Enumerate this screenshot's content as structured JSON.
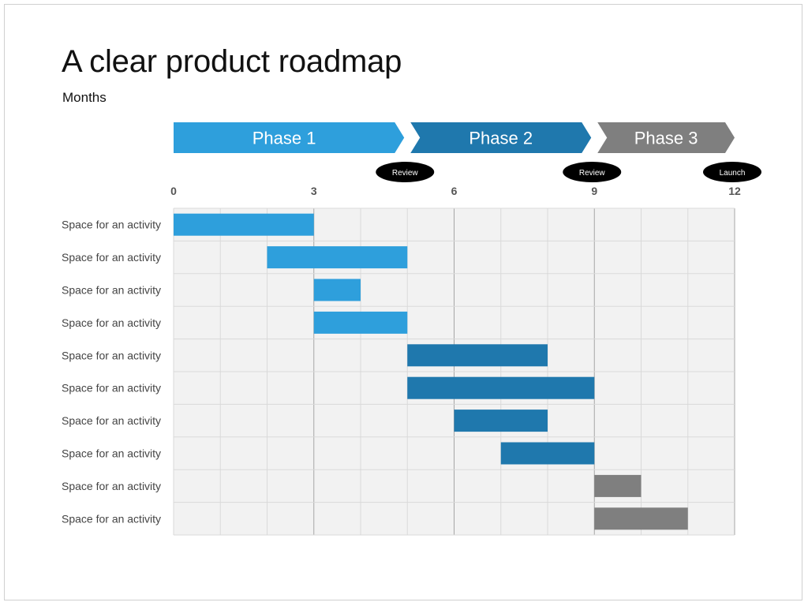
{
  "title": "A clear product roadmap",
  "subtitle": "Months",
  "colors": {
    "phase1": "#2e9fdc",
    "phase2": "#1f78ad",
    "phase3": "#7f7f7f",
    "grid_bg": "#f2f2f2",
    "grid_line": "#d9d9d9",
    "major_line": "#a6a6a6",
    "milestone": "#000000"
  },
  "chart_data": {
    "type": "bar",
    "orientation": "horizontal",
    "chart_style": "gantt",
    "xlim": [
      0,
      12
    ],
    "xticks": [
      0,
      3,
      6,
      9,
      12
    ],
    "grid": true,
    "phases": [
      {
        "label": "Phase 1",
        "start": 0,
        "end": 5,
        "color": "#2e9fdc"
      },
      {
        "label": "Phase 2",
        "start": 5,
        "end": 9,
        "color": "#1f78ad"
      },
      {
        "label": "Phase 3",
        "start": 9,
        "end": 12,
        "color": "#7f7f7f"
      }
    ],
    "milestones": [
      {
        "label": "Review",
        "x": 5
      },
      {
        "label": "Review",
        "x": 9
      },
      {
        "label": "Launch",
        "x": 12
      }
    ],
    "activities": [
      {
        "label": "Space for an activity",
        "start": 0,
        "end": 3,
        "phase": 1
      },
      {
        "label": "Space for an activity",
        "start": 2,
        "end": 5,
        "phase": 1
      },
      {
        "label": "Space for an activity",
        "start": 3,
        "end": 4,
        "phase": 1
      },
      {
        "label": "Space for an activity",
        "start": 3,
        "end": 5,
        "phase": 1
      },
      {
        "label": "Space for an activity",
        "start": 5,
        "end": 8,
        "phase": 2
      },
      {
        "label": "Space for an activity",
        "start": 5,
        "end": 9,
        "phase": 2
      },
      {
        "label": "Space for an activity",
        "start": 6,
        "end": 8,
        "phase": 2
      },
      {
        "label": "Space for an activity",
        "start": 7,
        "end": 9,
        "phase": 2
      },
      {
        "label": "Space for an activity",
        "start": 9,
        "end": 10,
        "phase": 3
      },
      {
        "label": "Space for an activity",
        "start": 9,
        "end": 11,
        "phase": 3
      }
    ]
  }
}
